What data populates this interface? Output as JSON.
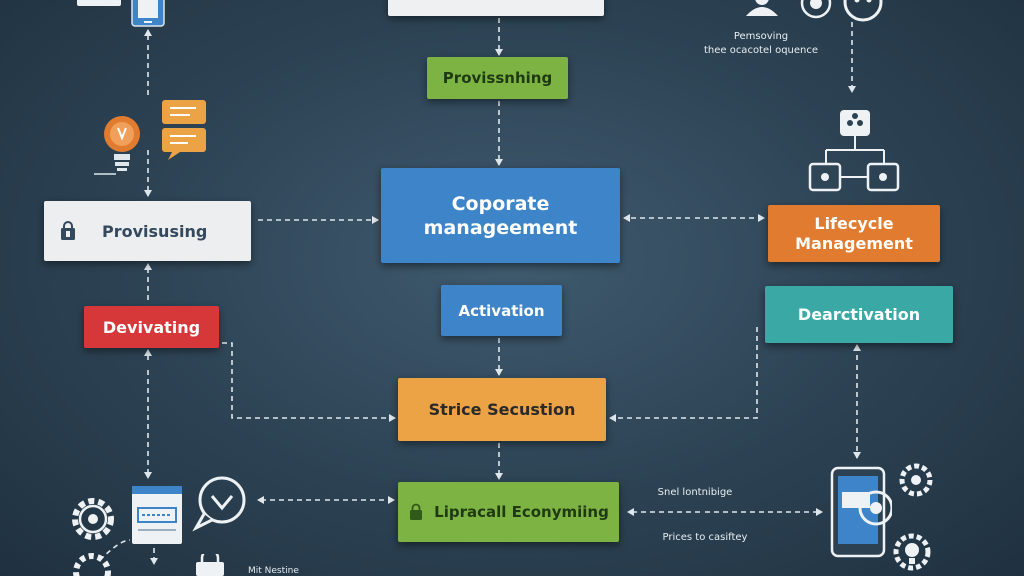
{
  "nodes": {
    "top_box": "",
    "provisioning_top": "Provissnhing",
    "corporate": [
      "Coporate",
      "manageement"
    ],
    "provisioning_left": "Provisusing",
    "lifecycle": [
      "Lifecycle",
      "Management"
    ],
    "deactivation": "Dearctivation",
    "deviating": "Devivating",
    "activation": "Activation",
    "strice": "Strice Secustion",
    "lipracall": "Lipracall Econymiing"
  },
  "notes": {
    "top_right": [
      "Pemsoving",
      "thee ocacotel oquence"
    ],
    "bottom_right_1": "Snel lontnibige",
    "bottom_right_2": "Prices to casiftey",
    "bottom_left": "Mit Nestine"
  },
  "colors": {
    "blue": "#3d84c9",
    "green": "#7cb342",
    "orange": "#e07b2f",
    "teal": "#3aa9a6",
    "red": "#d6383a",
    "amber": "#eba345",
    "light": "#eceeef"
  },
  "icons": [
    "tablet-icon",
    "lightbulb-icon",
    "chat-bubbles-icon",
    "user-icon",
    "eye-icon",
    "face-icon",
    "network-icon",
    "gear-icon",
    "document-window-icon",
    "heart-bubble-icon",
    "smartphone-icon",
    "lock-icon"
  ]
}
